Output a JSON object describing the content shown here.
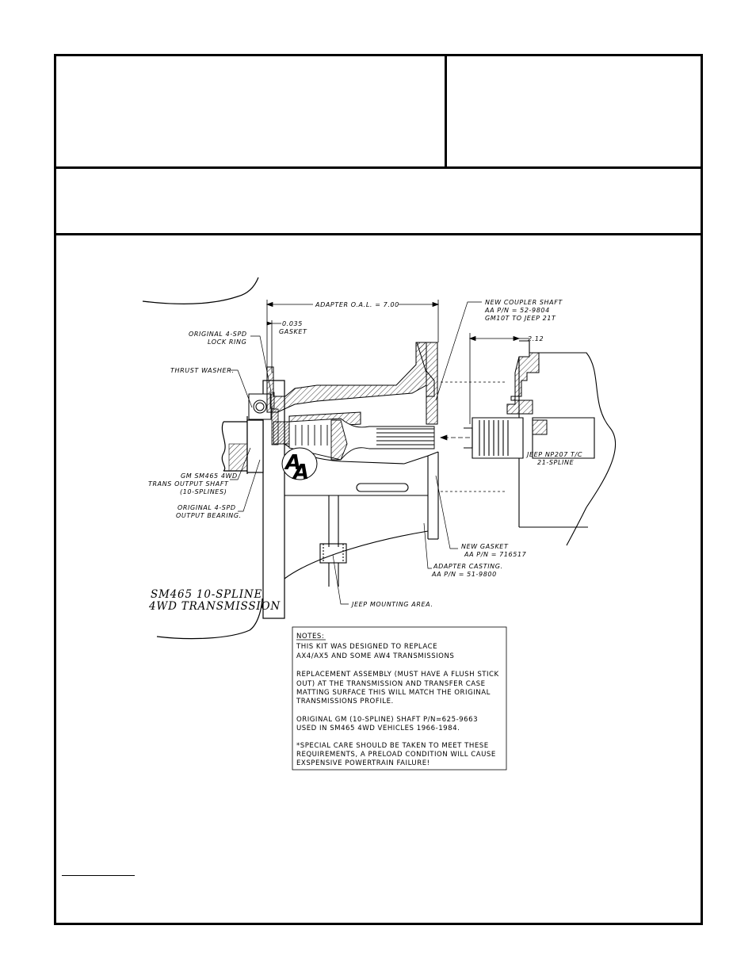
{
  "diagram": {
    "dim_adapter_oal": "ADAPTER O.A.L. = 7.00",
    "dim_gasket": [
      "0.035",
      "GASKET"
    ],
    "dim_212": "2.12",
    "label_new_coupler": [
      "NEW COUPLER SHAFT",
      "AA P/N = 52-9804",
      "GM10T TO JEEP 21T"
    ],
    "label_lock_ring": [
      "ORIGINAL 4-SPD",
      "LOCK RING"
    ],
    "label_thrust_washer": "THRUST WASHER.",
    "label_output_shaft": [
      "GM SM465 4WD",
      "TRANS OUTPUT SHAFT",
      "(10-SPLINES)"
    ],
    "label_output_bearing": [
      "ORIGINAL 4-SPD",
      "OUTPUT BEARING."
    ],
    "label_jeep_tc": [
      "JEEP NP207 T/C",
      "21-SPLINE"
    ],
    "label_new_gasket": [
      "NEW GASKET",
      "AA P/N = 716517"
    ],
    "label_adapter_casting": [
      "ADAPTER CASTING.",
      "AA P/N = 51-9800"
    ],
    "label_jeep_mounting": "JEEP MOUNTING AREA.",
    "label_transmission": [
      "SM465 10-SPLINE",
      "4WD TRANSMISSION"
    ],
    "logo_letters": [
      "A",
      "A"
    ],
    "notes_title": "NOTES:",
    "notes_lines": [
      "THIS KIT WAS DESIGNED TO REPLACE",
      "AX4/AX5 AND SOME AW4 TRANSMISSIONS",
      "",
      "REPLACEMENT ASSEMBLY (MUST HAVE A FLUSH STICK",
      "OUT) AT THE TRANSMISSION AND TRANSFER CASE",
      "MATTING SURFACE THIS WILL MATCH THE ORIGINAL",
      "TRANSMISSIONS PROFILE.",
      "",
      "ORIGINAL GM (10-SPLINE) SHAFT P/N=625-9663",
      "USED IN SM465 4WD VEHICLES 1966-1984.",
      "",
      "*SPECIAL CARE SHOULD BE TAKEN TO MEET THESE",
      "REQUIREMENTS, A PRELOAD CONDITION WILL CAUSE",
      "EXSPENSIVE POWERTRAIN FAILURE!"
    ]
  }
}
